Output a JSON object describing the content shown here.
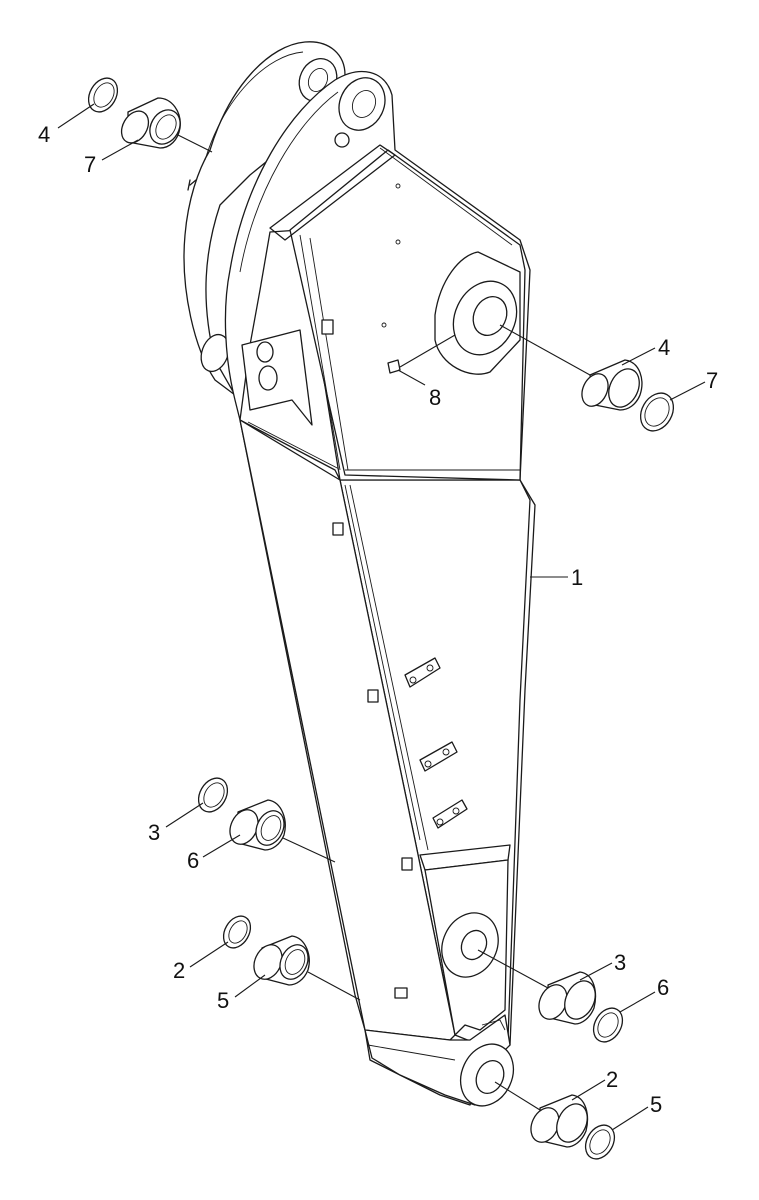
{
  "callouts": [
    {
      "id": "c4-top",
      "label": "4"
    },
    {
      "id": "c7-top",
      "label": "7"
    },
    {
      "id": "c4-right",
      "label": "4"
    },
    {
      "id": "c7-right",
      "label": "7"
    },
    {
      "id": "c8",
      "label": "8"
    },
    {
      "id": "c1",
      "label": "1"
    },
    {
      "id": "c3-left",
      "label": "3"
    },
    {
      "id": "c6-left",
      "label": "6"
    },
    {
      "id": "c2-left",
      "label": "2"
    },
    {
      "id": "c5-left",
      "label": "5"
    },
    {
      "id": "c3-right",
      "label": "3"
    },
    {
      "id": "c6-right",
      "label": "6"
    },
    {
      "id": "c2-right",
      "label": "2"
    },
    {
      "id": "c5-right",
      "label": "5"
    }
  ]
}
